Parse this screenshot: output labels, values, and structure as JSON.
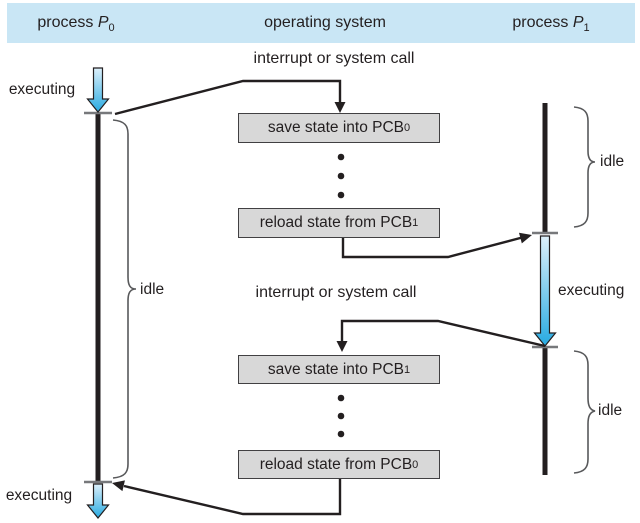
{
  "colors": {
    "header_bg": "#c9e6f5",
    "box_fill": "#d8d8d8",
    "box_border": "#414042",
    "text": "#231f20",
    "line": "#231f20",
    "tick": "#77787b",
    "brace": "#58595b",
    "arrow_grad_top": "#ddf0fb",
    "arrow_grad_bottom": "#27aae1"
  },
  "header": {
    "process_left": {
      "prefix": "process ",
      "variable": "P",
      "subscript": "0"
    },
    "center": "operating system",
    "process_right": {
      "prefix": "process ",
      "variable": "P",
      "subscript": "1"
    }
  },
  "annotations": {
    "interrupt_top": "interrupt or system call",
    "interrupt_bottom": "interrupt or system call"
  },
  "timeline_p0": {
    "executing_top": "executing",
    "idle": "idle",
    "executing_bottom": "executing"
  },
  "timeline_p1": {
    "idle_top": "idle",
    "executing": "executing",
    "idle_bottom": "idle"
  },
  "os_boxes": [
    {
      "text": "save state into PCB",
      "subscript": "0"
    },
    {
      "text": "reload state from PCB",
      "subscript": "1"
    },
    {
      "text": "save state into PCB",
      "subscript": "1"
    },
    {
      "text": "reload state from PCB",
      "subscript": "0"
    }
  ]
}
